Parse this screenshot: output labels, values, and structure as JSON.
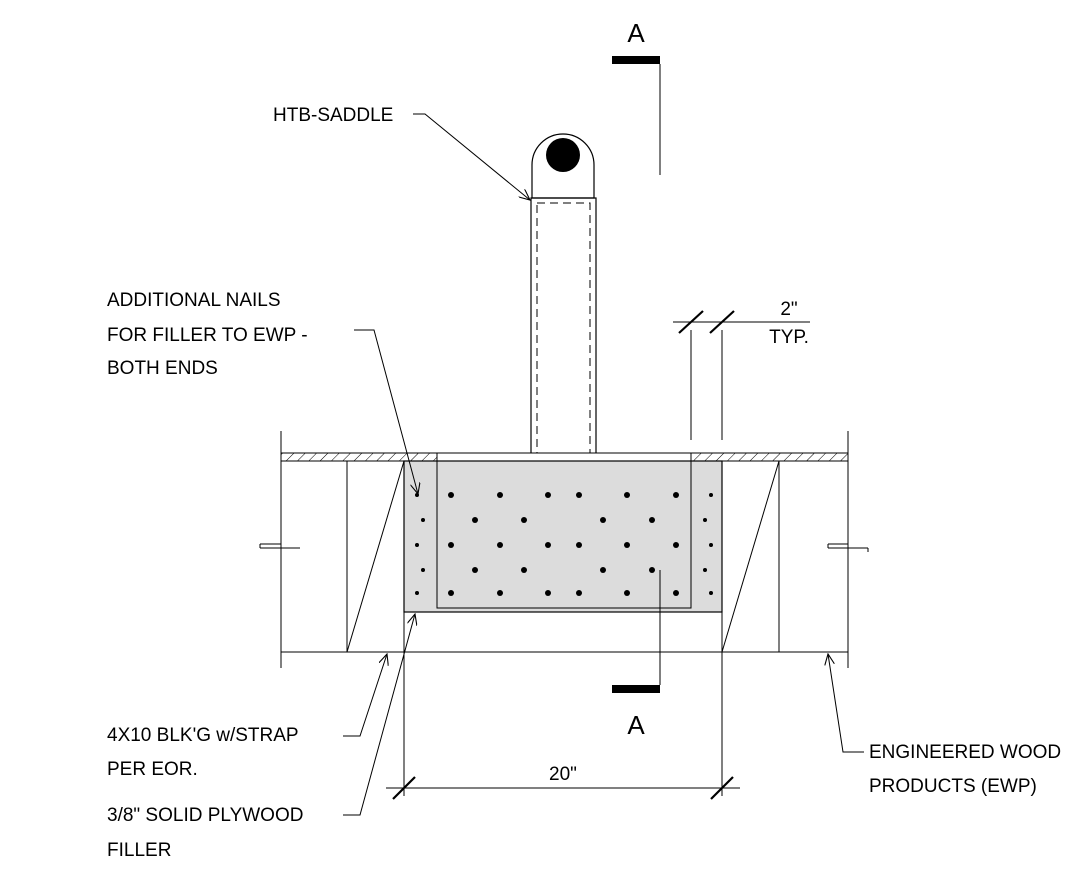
{
  "labels": {
    "section_top": "A",
    "section_bottom": "A",
    "htb_saddle": "HTB-SADDLE",
    "nails_1": "ADDITIONAL NAILS",
    "nails_2": "FOR FILLER TO EWP -",
    "nails_3": "BOTH ENDS",
    "dim_2in": "2\"",
    "dim_typ": "TYP.",
    "blkg_1": "4X10 BLK'G w/STRAP",
    "blkg_2": "PER EOR.",
    "dim_20in": "20\"",
    "plywood_1": "3/8\" SOLID PLYWOOD",
    "plywood_2": "FILLER",
    "ewp_1": "ENGINEERED WOOD",
    "ewp_2": "PRODUCTS (EWP)"
  },
  "colors": {
    "line": "#000000",
    "filler_fill": "#dcdcdc",
    "background": "#ffffff"
  }
}
